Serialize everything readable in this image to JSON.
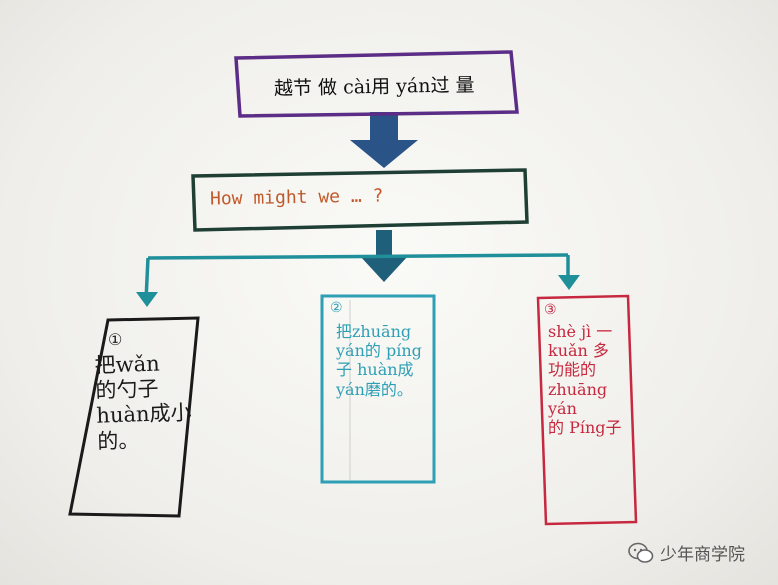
{
  "top_box": {
    "text": "越节 做 cài用 yán过 量"
  },
  "question_box": {
    "text": "How might we … ?"
  },
  "branches": [
    {
      "number": "①",
      "text": "把wǎn\n的勺子\nhuàn成小\n的。",
      "color": "#1a1a1a"
    },
    {
      "number": "②",
      "text": "把zhuāng\nyán的 píng\n子 huàn成\nyán磨的。",
      "color": "#2e9fb5"
    },
    {
      "number": "③",
      "text": "shè jì 一\nkuǎn 多\n功能的\nzhuāng yán\n的 Píng子",
      "color": "#c6283f"
    }
  ],
  "watermark": {
    "label": "少年商学院"
  },
  "colors": {
    "top_box_border": "#5b2d86",
    "question_box_border": "#1f3f35",
    "question_text": "#c2592b",
    "arrow_big": "#2a5488",
    "branch_lines": "#1f8f9a"
  }
}
